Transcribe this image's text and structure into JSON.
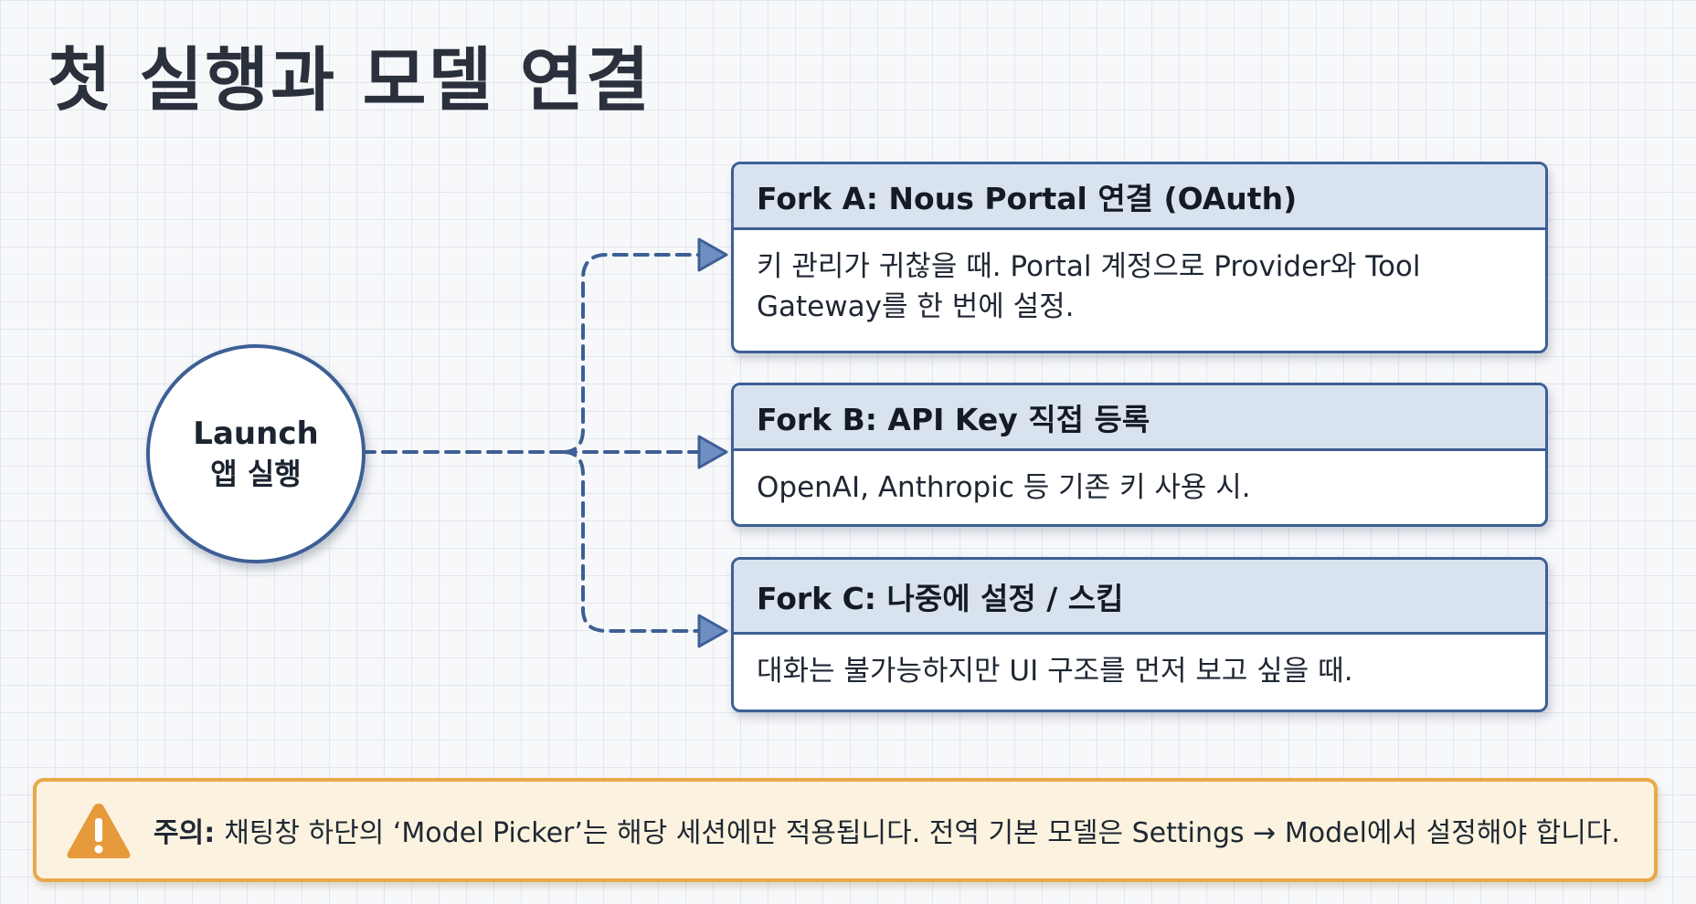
{
  "title": "첫 실행과 모델 연결",
  "launch": {
    "title": "Launch",
    "subtitle": "앱 실행"
  },
  "forks": [
    {
      "title": "Fork A: Nous Portal 연결 (OAuth)",
      "lines": [
        "키 관리가 귀찮을 때. Portal 계정으로 Provider와 Tool",
        "Gateway를 한 번에 설정."
      ]
    },
    {
      "title": "Fork B: API Key 직접 등록",
      "lines": [
        "OpenAI, Anthropic 등 기존 키 사용 시."
      ]
    },
    {
      "title": "Fork C: 나중에 설정 / 스킵",
      "lines": [
        "대화는 불가능하지만 UI 구조를 먼저 보고 싶을 때."
      ]
    }
  ],
  "warning": {
    "label": "주의:",
    "text": "채팅창 하단의 ‘Model Picker’는 해당 세션에만 적용됩니다. 전역 기본 모델은 Settings → Model에서 설정해야 합니다."
  },
  "colors": {
    "node_border": "#3d5f95",
    "card_header_bg": "#d9e2ef",
    "connector": "#3d5f95",
    "warning_border": "#e8a94a",
    "warning_bg": "#fbf3df",
    "warning_icon": "#e69a3c"
  }
}
